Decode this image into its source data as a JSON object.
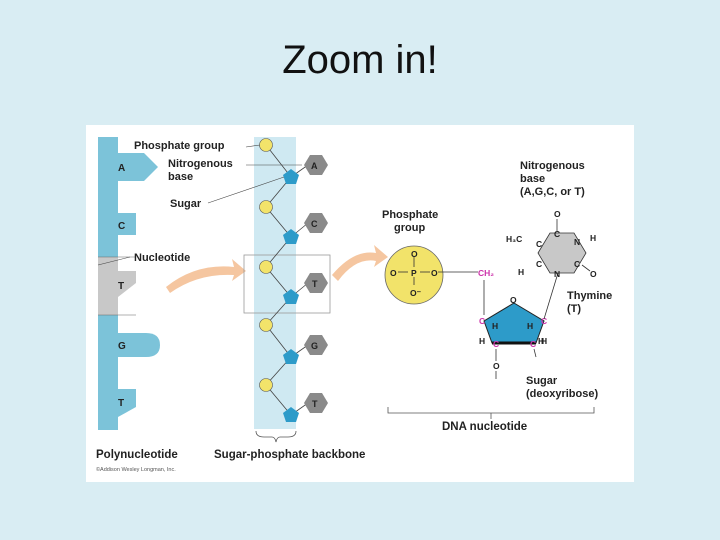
{
  "slide": {
    "title": "Zoom in!"
  },
  "figure": {
    "labels": {
      "phosphate_group_left": "Phosphate group",
      "nitrogenous_base_left_1": "Nitrogenous",
      "nitrogenous_base_left_2": "base",
      "sugar_left": "Sugar",
      "nucleotide": "Nucleotide",
      "polynucleotide": "Polynucleotide",
      "backbone": "Sugar-phosphate backbone",
      "copyright": "©Addison Wesley Longman, Inc.",
      "nitrogenous_base_right_1": "Nitrogenous",
      "nitrogenous_base_right_2": "base",
      "nitrogenous_base_right_3": "(A,G,C, or T)",
      "phosphate_group_right_1": "Phosphate",
      "phosphate_group_right_2": "group",
      "thymine_1": "Thymine",
      "thymine_2": "(T)",
      "sugar_right_1": "Sugar",
      "sugar_right_2": "(deoxyribose)",
      "dna_nucleotide": "DNA nucleotide"
    },
    "strand_bases": [
      "A",
      "C",
      "T",
      "G",
      "T"
    ],
    "backbone_bases": [
      "A",
      "C",
      "T",
      "G",
      "T"
    ],
    "atoms": {
      "o": "O",
      "p": "P",
      "o_minus": "O⁻",
      "ch2": "CH₂",
      "c": "C",
      "n": "N",
      "h": "H",
      "h3c": "H₃C"
    },
    "colors": {
      "strand": "#7cc3d9",
      "strand_gray": "#c8c8c8",
      "backbone_band": "#cfe9f2",
      "phosphate": "#f2e36a",
      "sugar": "#2d9bc9",
      "base": "#8a8a8a",
      "arrow": "#f5c6a0",
      "carbon": "#cc33aa"
    }
  }
}
